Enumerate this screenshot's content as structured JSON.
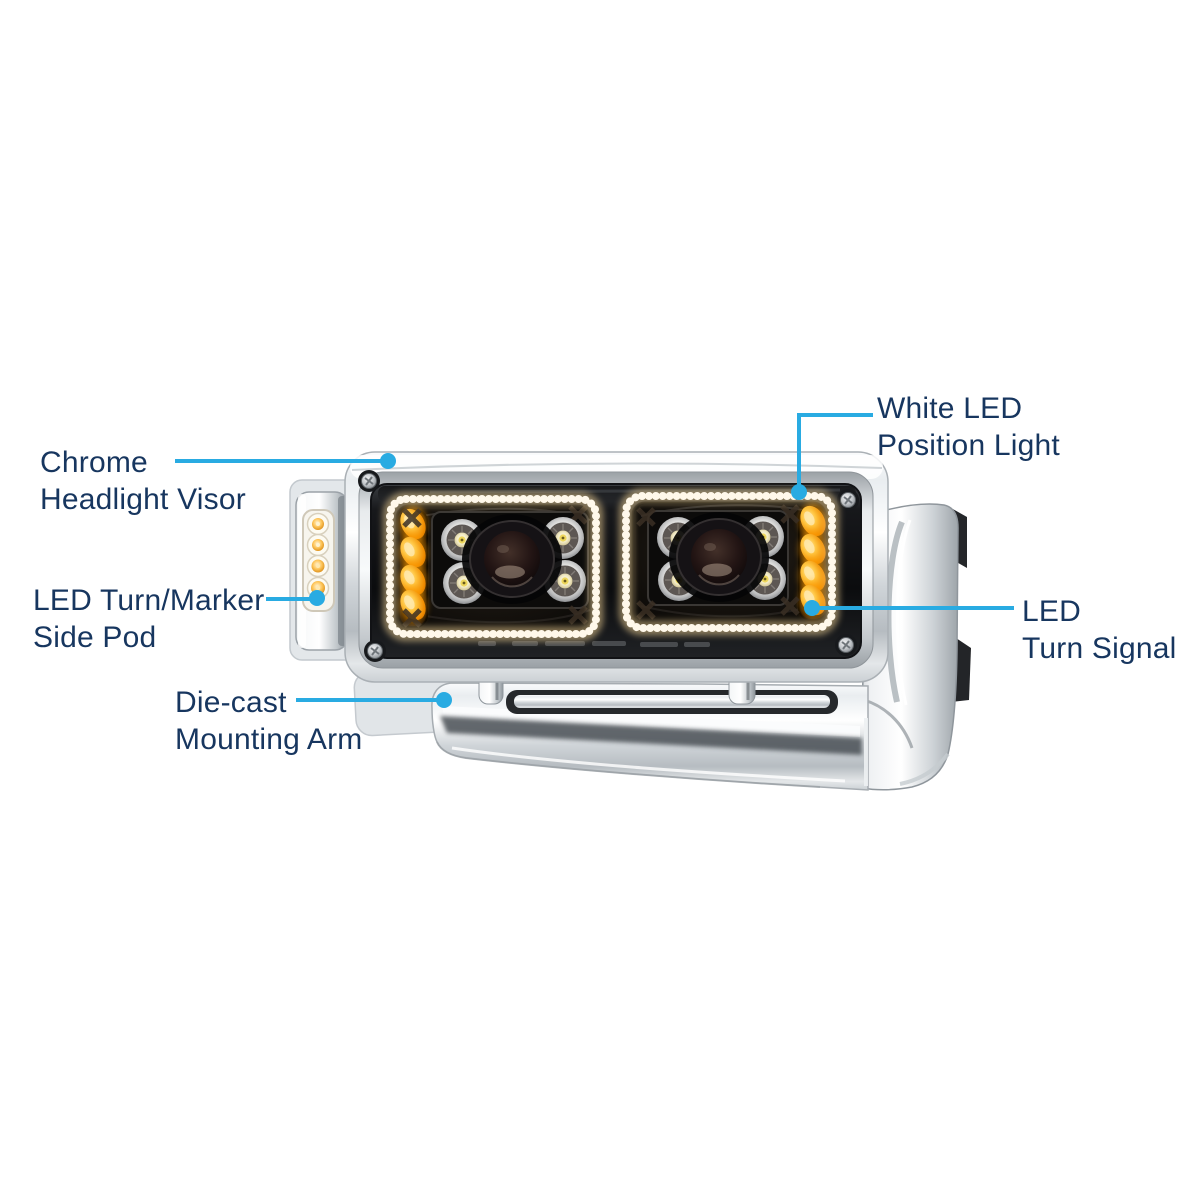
{
  "callouts": {
    "chrome_visor": {
      "line1": "Chrome",
      "line2": "Headlight Visor"
    },
    "white_led": {
      "line1": "White LED",
      "line2": "Position Light"
    },
    "side_pod": {
      "line1": "LED Turn/Marker",
      "line2": "Side Pod"
    },
    "turn_signal": {
      "line1": "LED",
      "line2": "Turn Signal"
    },
    "mounting_arm": {
      "line1": "Die-cast",
      "line2": "Mounting Arm"
    }
  },
  "colors": {
    "label_text": "#17365F",
    "leader_line": "#29ABE2",
    "background": "#FFFFFF",
    "amber_led": "#F59E1B",
    "halo_white": "#FFF8EA",
    "chrome_light": "#F4F6F7",
    "bezel_black": "#0B0C0E"
  }
}
